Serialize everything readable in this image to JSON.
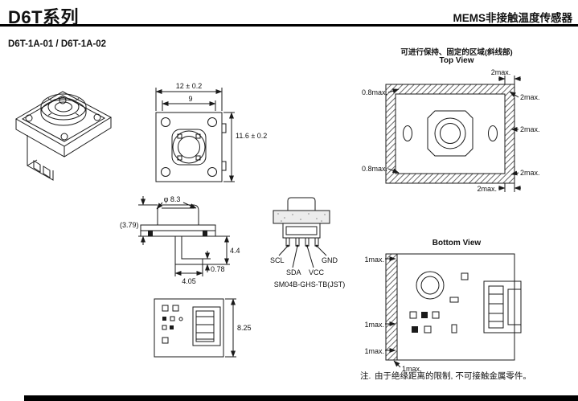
{
  "page": {
    "title": "D6T系列",
    "header_right": "MEMS非接触温度传感器",
    "model": "D6T-1A-01 / D6T-1A-02",
    "note_label": "注.",
    "note_text": "由于绝缘距离的限制, 不可接触金属零件。"
  },
  "front_view": {
    "dim_width": "12 ± 0.2",
    "dim_inner": "9",
    "dim_height": "11.6 ± 0.2"
  },
  "top_view": {
    "caption_zh": "可进行保持、固定的区域(斜线部)",
    "caption_en": "Top View",
    "dims": [
      "2max.",
      "0.8max.",
      "2max.",
      "2max.",
      "0.8max.",
      "2max.",
      "2max."
    ]
  },
  "side_view": {
    "dim_diameter": "φ 8.3",
    "dim_ref_height": "(3.79)",
    "dim_lead_height": "4.4",
    "dim_lead_thickness": "0.78",
    "dim_lead_length": "4.05"
  },
  "connector_view": {
    "pin_scl": "SCL",
    "pin_sda": "SDA",
    "pin_vcc": "VCC",
    "pin_gnd": "GND",
    "part_number": "SM04B-GHS-TB(JST)"
  },
  "pcb_view": {
    "dim_height": "8.25"
  },
  "bottom_view": {
    "caption": "Bottom View",
    "dims": [
      "1max.",
      "1max.",
      "1max.",
      "1max."
    ]
  }
}
